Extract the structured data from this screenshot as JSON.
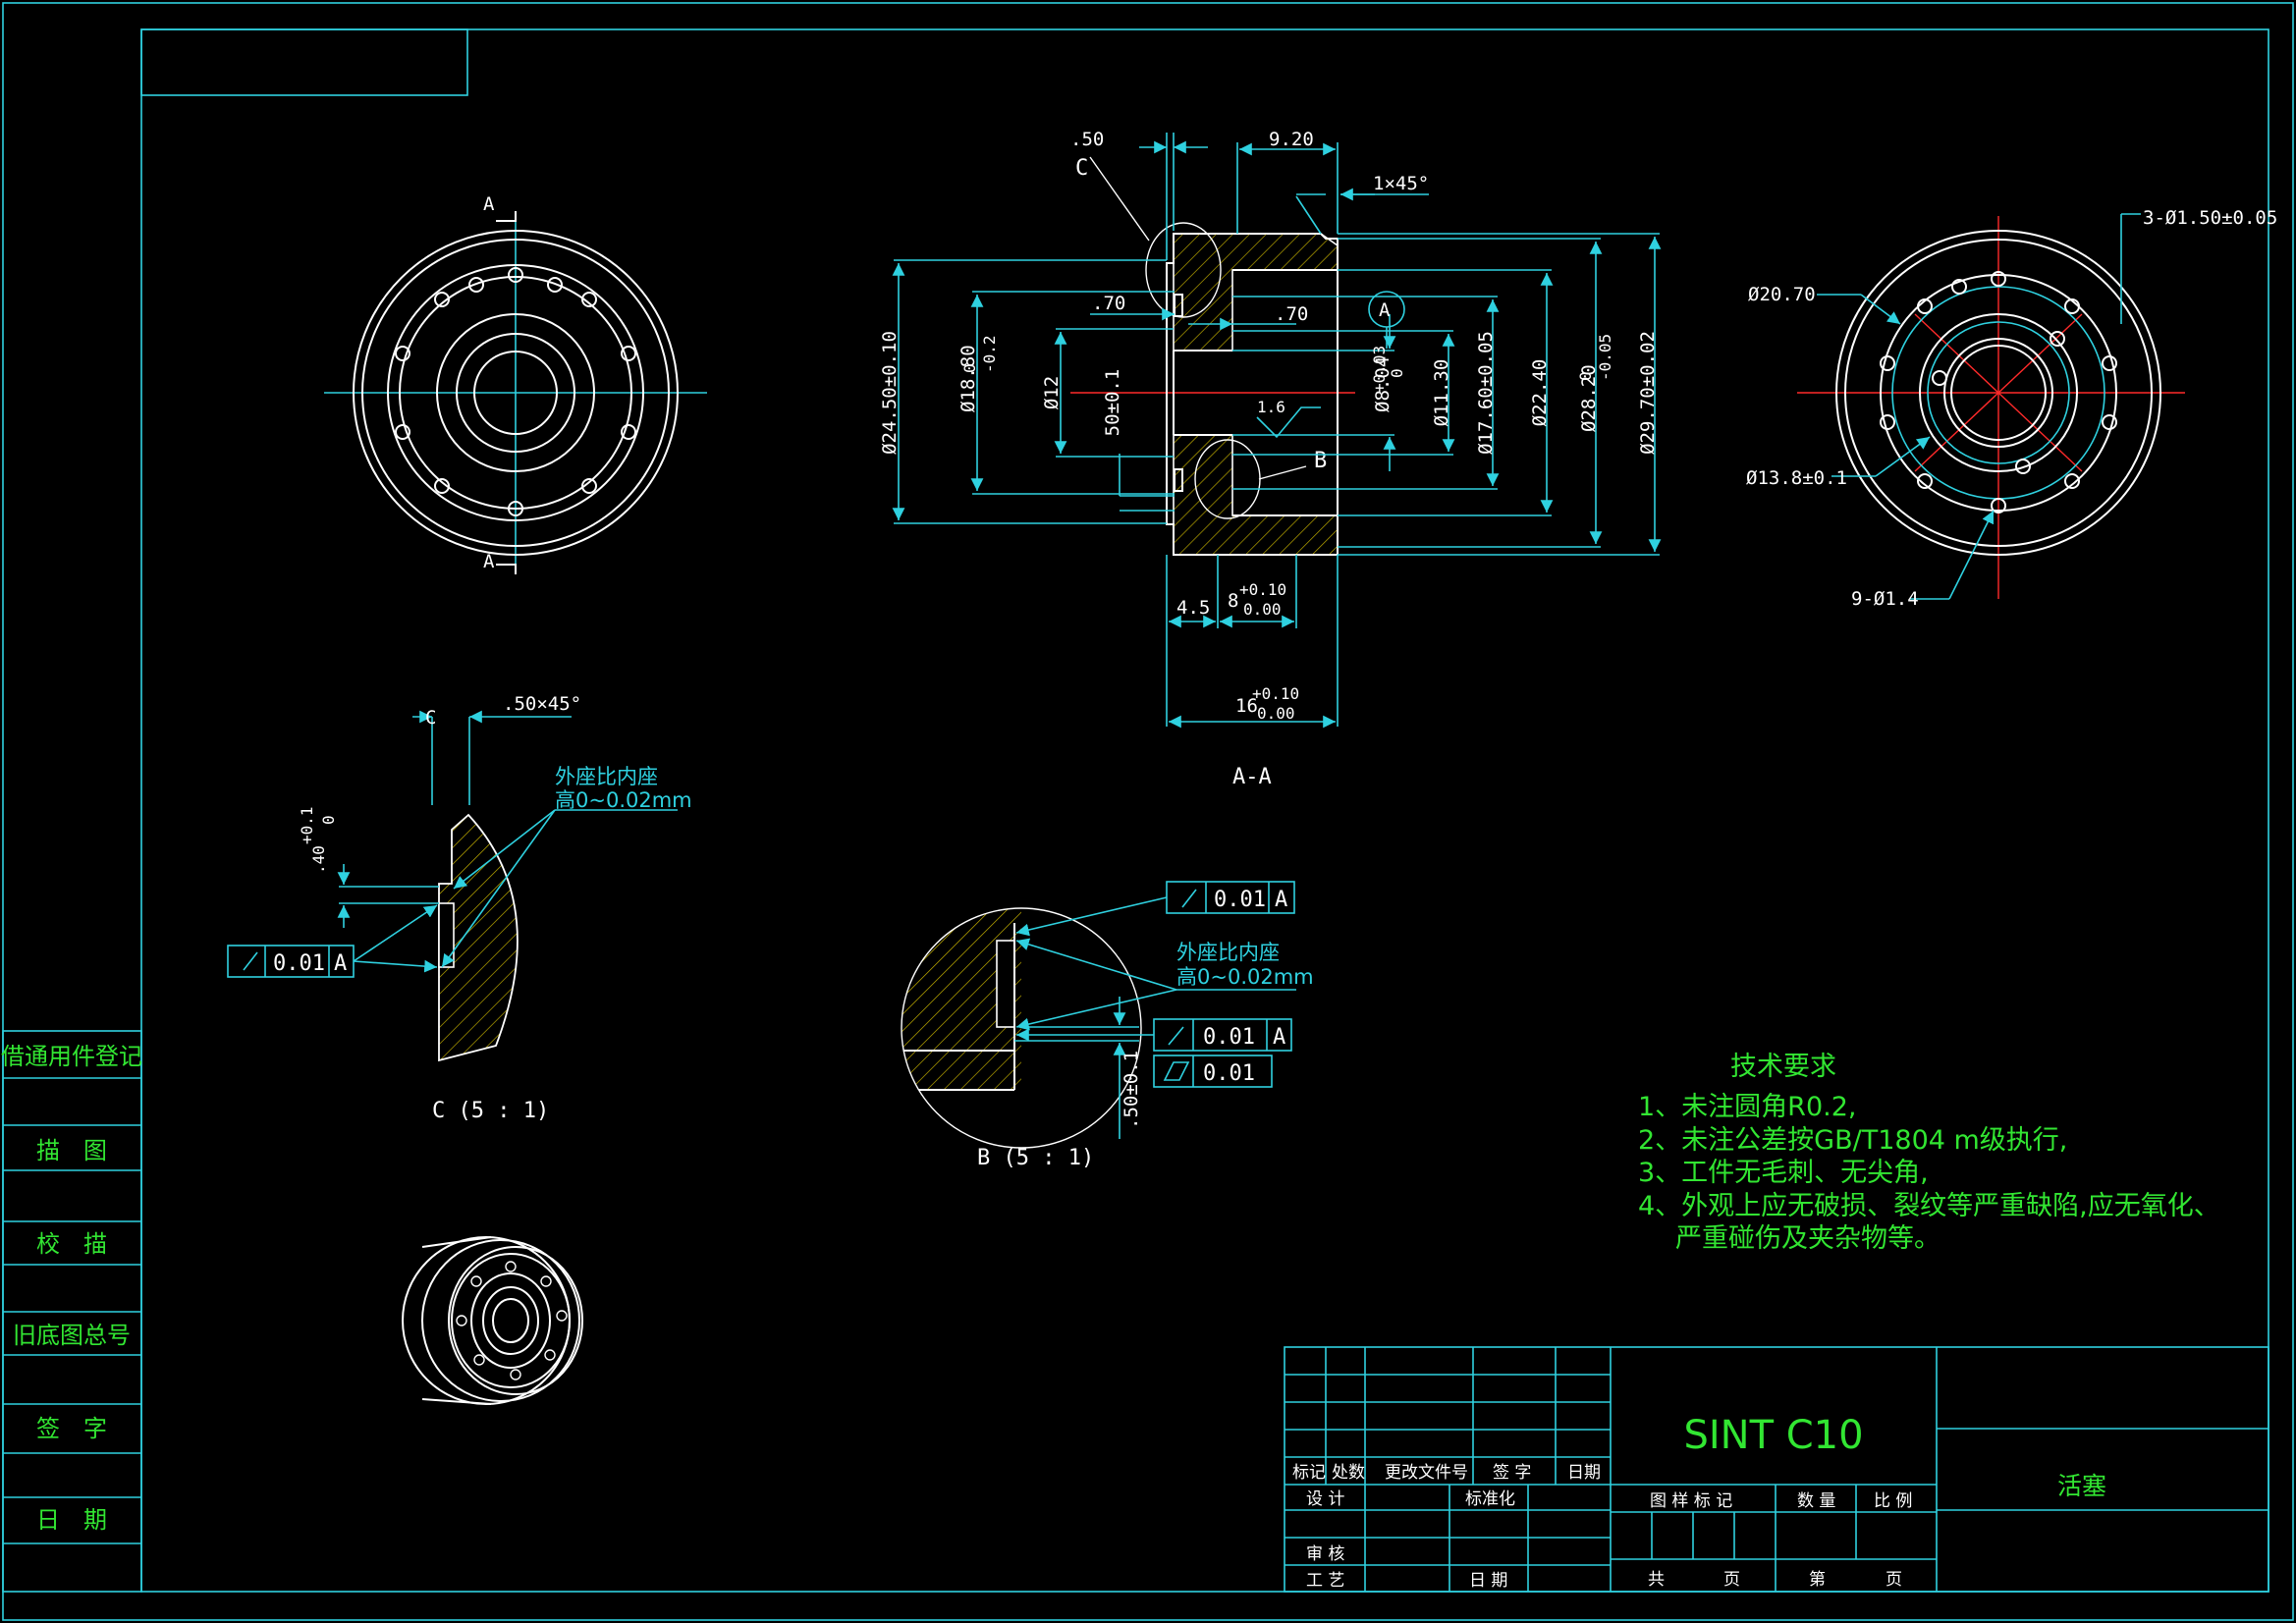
{
  "views": {
    "section_label": "A-A",
    "cut_letter": "A",
    "detail_c_label": "C (5 : 1)",
    "detail_b_label": "B (5 : 1)",
    "detail_c_letter": "C",
    "detail_b_letter": "B",
    "datum_letter": "A"
  },
  "dimensions": {
    "d_050": ".50",
    "d_920": "9.20",
    "d_chamfer": "1×45°",
    "d_070a": ".70",
    "d_070b": ".70",
    "d_2450": "Ø24.50±0.10",
    "d_1880": "Ø18.80",
    "d_1880_tol_upper": "0",
    "d_1880_tol_lower": "-0.2",
    "d_12": "Ø12",
    "d_050_01": "50±0.1",
    "d_16": "1.6",
    "d_804": "Ø8.04",
    "d_804_tol_upper": "+0.03",
    "d_804_tol_lower": "0",
    "d_1130": "Ø11.30",
    "d_1760": "Ø17.60±0.05",
    "d_2240": "Ø22.40",
    "d_2820": "Ø28.20",
    "d_2820_tol_upper": "0",
    "d_2820_tol_lower": "-0.05",
    "d_2970": "Ø29.70±0.02",
    "d_45": "4.5",
    "d_8": "8",
    "d_8_tol_upper": "+0.10",
    "d_8_tol_lower": "0.00",
    "d_16len": "16",
    "d_16len_tol_upper": "+0.10",
    "d_16len_tol_lower": "0.00",
    "d_holes3": "3-Ø1.50±0.05",
    "d_2070": "Ø20.70",
    "d_138": "Ø13.8±0.1",
    "d_holes9": "9-Ø1.4",
    "c_chamfer": ".50×45°",
    "c_height": ".40",
    "c_height_tol_upper": "+0.1",
    "c_height_tol_lower": "0",
    "c_note_line1": "外座比内座",
    "c_note_line2": "高0~0.02mm",
    "b_note_line1": "外座比内座",
    "b_note_line2": "高0~0.02mm",
    "b_height": ".50±0.1"
  },
  "tolerance_frames": {
    "runout_value": "0.01",
    "flatness_value": "0.01",
    "datum": "A"
  },
  "requirements": {
    "title": "技术要求",
    "items": [
      "1、未注圆角R0.2,",
      "2、未注公差按GB/T1804 m级执行,",
      "3、工件无毛刺、无尖角,",
      "4、外观上应无破损、裂纹等严重缺陷,应无氧化、",
      "严重碰伤及夹杂物等。"
    ]
  },
  "side_table": {
    "rows": [
      "借通用件登记",
      "描　图",
      "校　描",
      "旧底图总号",
      "签　字",
      "日　期"
    ]
  },
  "title_block": {
    "material": "SINT C10",
    "part_name": "活塞",
    "labels": {
      "mark": "标记",
      "count": "处数",
      "change_doc": "更改文件号",
      "signature": "签 字",
      "date": "日期",
      "design": "设 计",
      "standardize": "标准化",
      "review": "审 核",
      "process": "工 艺",
      "date2": "日 期",
      "sample_mark": "图 样 标 记",
      "quantity": "数 量",
      "scale": "比 例",
      "total": "共",
      "page": "页",
      "sheet_no": "第",
      "page2": "页"
    }
  },
  "colors": {
    "outline": "#ffffff",
    "dimension": "#2fd1e0",
    "center": "#ff2a2a",
    "hatch": "#c9b400",
    "notes": "#32e632"
  }
}
